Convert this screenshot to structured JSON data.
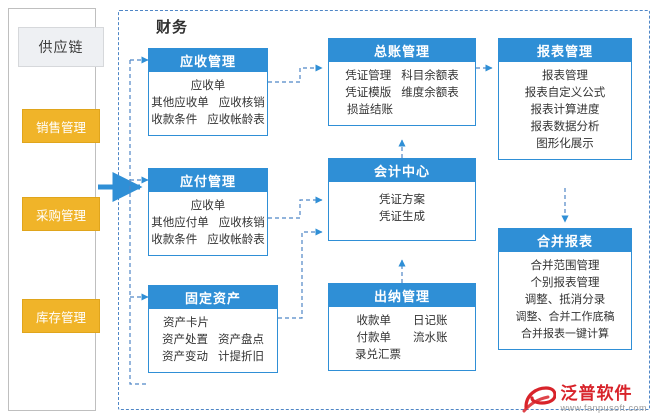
{
  "left_panel": {
    "title": "供应链",
    "items": [
      {
        "label": "销售管理"
      },
      {
        "label": "采购管理"
      },
      {
        "label": "库存管理"
      }
    ]
  },
  "finance": {
    "title": "财务"
  },
  "cards": {
    "ar": {
      "title": "应收管理",
      "rows": [
        [
          "应收单"
        ],
        [
          "其他应收单",
          "应收核销"
        ],
        [
          "收款条件",
          "应收帐龄表"
        ]
      ]
    },
    "gl": {
      "title": "总账管理",
      "rows": [
        [
          "凭证管理",
          "科目余额表"
        ],
        [
          "凭证模版",
          "维度余额表"
        ],
        [
          "损益结账"
        ]
      ]
    },
    "report": {
      "title": "报表管理",
      "rows": [
        [
          "报表管理"
        ],
        [
          "报表自定义公式"
        ],
        [
          "报表计算进度"
        ],
        [
          "报表数据分析"
        ],
        [
          "图形化展示"
        ]
      ]
    },
    "ap": {
      "title": "应付管理",
      "rows": [
        [
          "应收单"
        ],
        [
          "其他应付单",
          "应收核销"
        ],
        [
          "收款条件",
          "应收帐龄表"
        ]
      ]
    },
    "accounting_center": {
      "title": "会计中心",
      "rows": [
        [
          "凭证方案"
        ],
        [
          "凭证生成"
        ]
      ]
    },
    "consolidated": {
      "title": "合并报表",
      "rows": [
        [
          "合并范围管理"
        ],
        [
          "个别报表管理"
        ],
        [
          "调整、抵消分录"
        ],
        [
          "调整、合并工作底稿"
        ],
        [
          "合并报表一键计算"
        ]
      ]
    },
    "fixed_assets": {
      "title": "固定资产",
      "rows": [
        [
          "资产卡片"
        ],
        [
          "资产处置",
          "资产盘点"
        ],
        [
          "资产变动",
          "计提折旧"
        ]
      ]
    },
    "cashier": {
      "title": "出纳管理",
      "rows": [
        [
          "收款单",
          "日记账"
        ],
        [
          "付款单",
          "流水账"
        ],
        [
          "录兑汇票"
        ]
      ]
    }
  },
  "logo": {
    "cn": "泛普软件",
    "en": "www.fanpusoft.com"
  },
  "colors": {
    "header_blue": "#2f8fd6",
    "left_item": "#f0b429",
    "dashed_border": "#4f86c6",
    "arrow": "#2f8fd6"
  }
}
